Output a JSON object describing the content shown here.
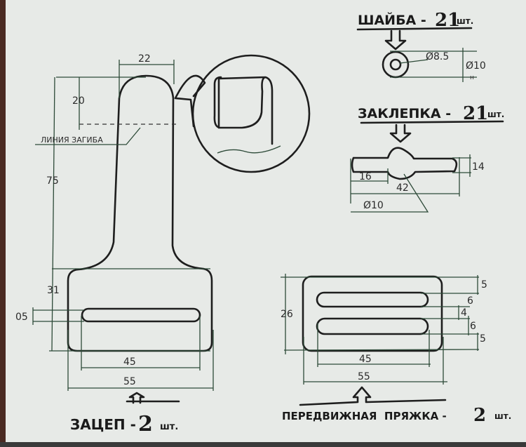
{
  "washer": {
    "title": "ШАЙБА -",
    "qty": "21",
    "unit": "шт.",
    "inner_dia": "Ø8.5",
    "outer_dia": "Ø10",
    "note": "н"
  },
  "rivet": {
    "title": "ЗАКЛЕПКА -",
    "qty": "21",
    "unit": "шт.",
    "dim_16": "16",
    "dim_42": "42",
    "dim_14": "14",
    "dim_dia": "Ø10"
  },
  "hook": {
    "title": "ЗАЦЕП -",
    "qty": "2",
    "unit": "шт.",
    "dim_22": "22",
    "dim_20": "20",
    "dim_75": "75",
    "dim_31": "31",
    "dim_05": "05",
    "dim_45": "45",
    "dim_55": "55",
    "bend_line_label": "ЛИНИЯ ЗАГИБА"
  },
  "buckle": {
    "title": "ПЕРЕДВИЖНАЯ  ПРЯЖКА -",
    "qty": "2",
    "unit": "шт.",
    "dim_26": "26",
    "dim_45": "45",
    "dim_55": "55",
    "right_dims": [
      "5",
      "6",
      "4",
      "6",
      "5"
    ]
  }
}
